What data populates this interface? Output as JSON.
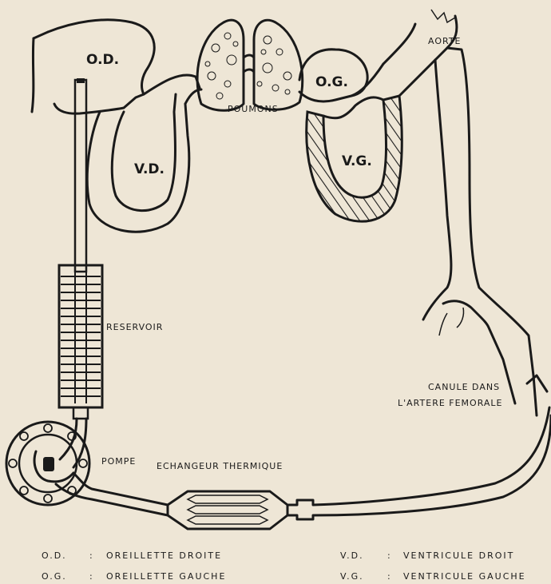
{
  "labels": {
    "od": "O.D.",
    "og": "O.G.",
    "vd": "V.D.",
    "vg": "V.G.",
    "poumons": "POUMONS",
    "aorte": "AORTE",
    "reservoir": "RESERVOIR",
    "pompe": "POMPE",
    "echangeur": "ECHANGEUR THERMIQUE",
    "canule_line1": "CANULE DANS",
    "canule_line2": "L'ARTERE FEMORALE"
  },
  "legend": [
    {
      "abbr": "O.D.",
      "sep": ":",
      "text": "OREILLETTE DROITE"
    },
    {
      "abbr": "O.G.",
      "sep": ":",
      "text": "OREILLETTE GAUCHE"
    },
    {
      "abbr": "V.D.",
      "sep": ":",
      "text": "VENTRICULE DROIT"
    },
    {
      "abbr": "V.G.",
      "sep": ":",
      "text": "VENTRICULE GAUCHE"
    }
  ],
  "colors": {
    "paper": "#eee6d6",
    "ink": "#1a1a1a"
  }
}
